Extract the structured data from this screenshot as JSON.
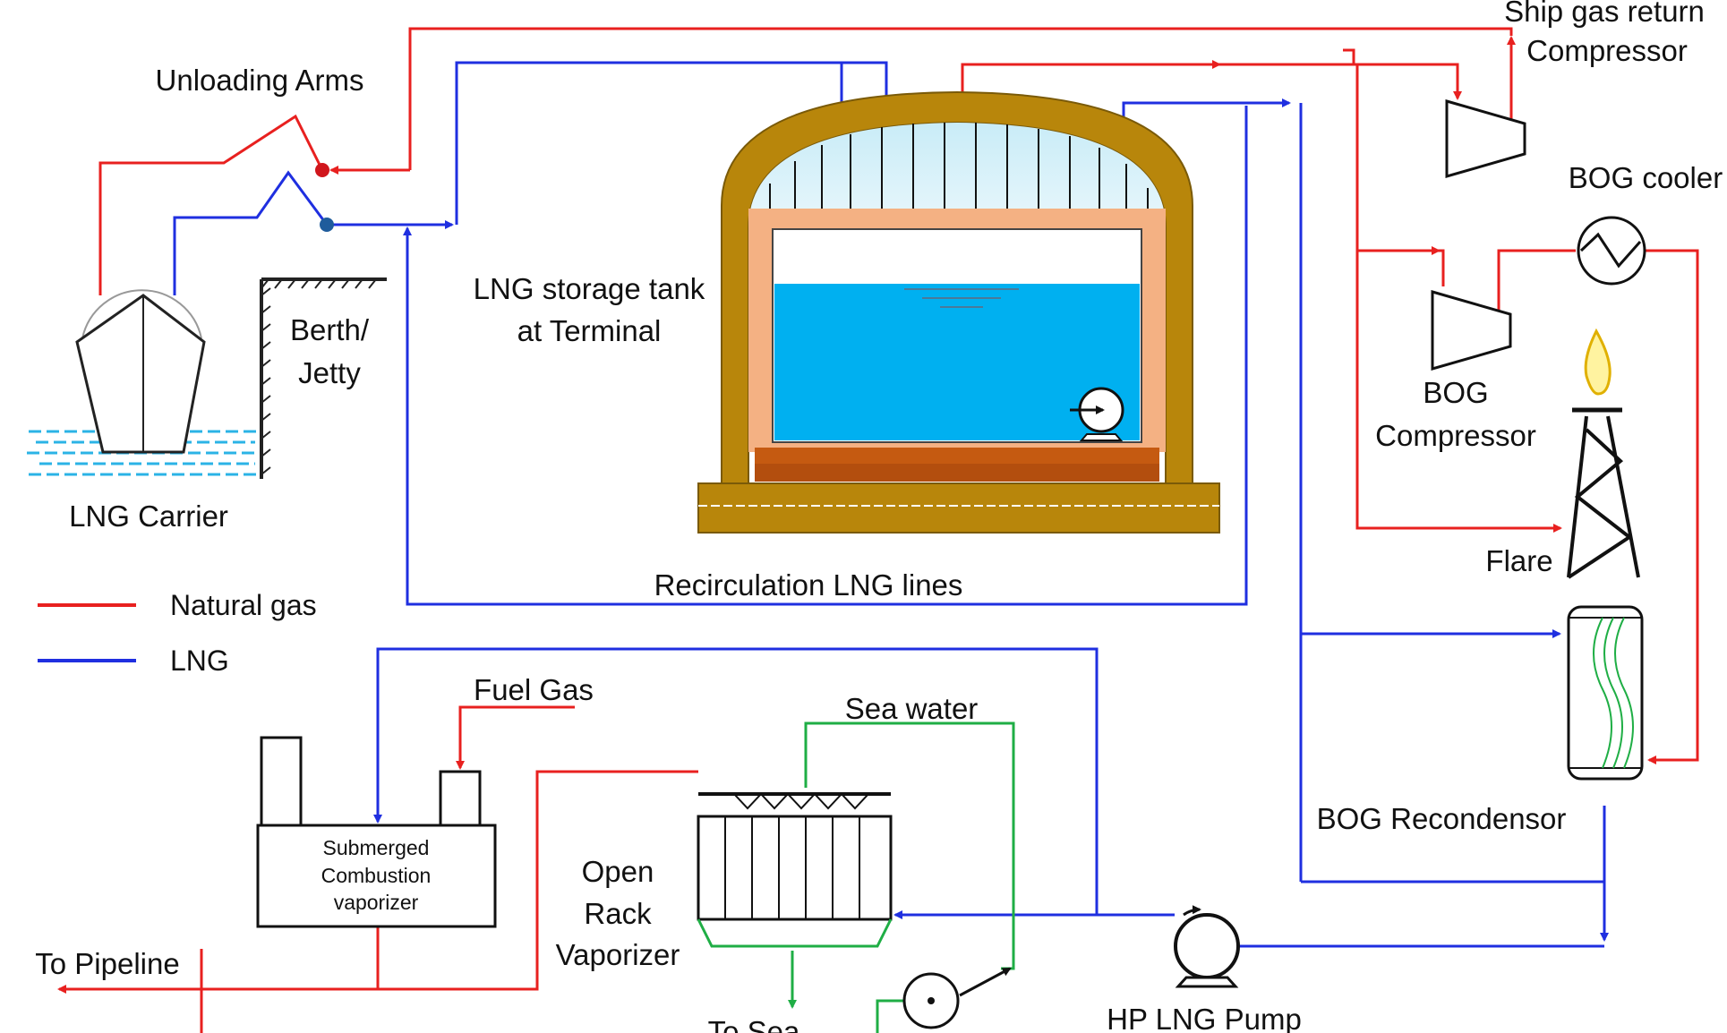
{
  "labels": {
    "ship_gas_return_1": "Ship gas return",
    "ship_gas_return_2": "Compressor",
    "unloading_arms": "Unloading Arms",
    "bog_cooler": "BOG cooler",
    "lng_tank_1": "LNG storage tank",
    "lng_tank_2": "at Terminal",
    "berth_1": "Berth/",
    "berth_2": "Jetty",
    "bog_compressor_1": "BOG",
    "bog_compressor_2": "Compressor",
    "lng_carrier": "LNG Carrier",
    "flare": "Flare",
    "recirculation": "Recirculation LNG lines",
    "fuel_gas": "Fuel Gas",
    "sea_water": "Sea water",
    "scv_1": "Submerged",
    "scv_2": "Combustion",
    "scv_3": "vaporizer",
    "orv_1": "Open",
    "orv_2": "Rack",
    "orv_3": "Vaporizer",
    "bog_recondensor": "BOG Recondensor",
    "to_pipeline": "To Pipeline",
    "to_sea": "To Sea",
    "hp_lng_pump": "HP LNG Pump"
  },
  "legend": {
    "natural_gas": "Natural gas",
    "lng": "LNG"
  },
  "colors": {
    "natural_gas": "#e8201f",
    "lng": "#1f2fe0",
    "sea_water": "#1fae45",
    "tank_wall": "#b8860b",
    "tank_liquid": "#00b0f0",
    "tank_insulation": "#f4b183"
  }
}
